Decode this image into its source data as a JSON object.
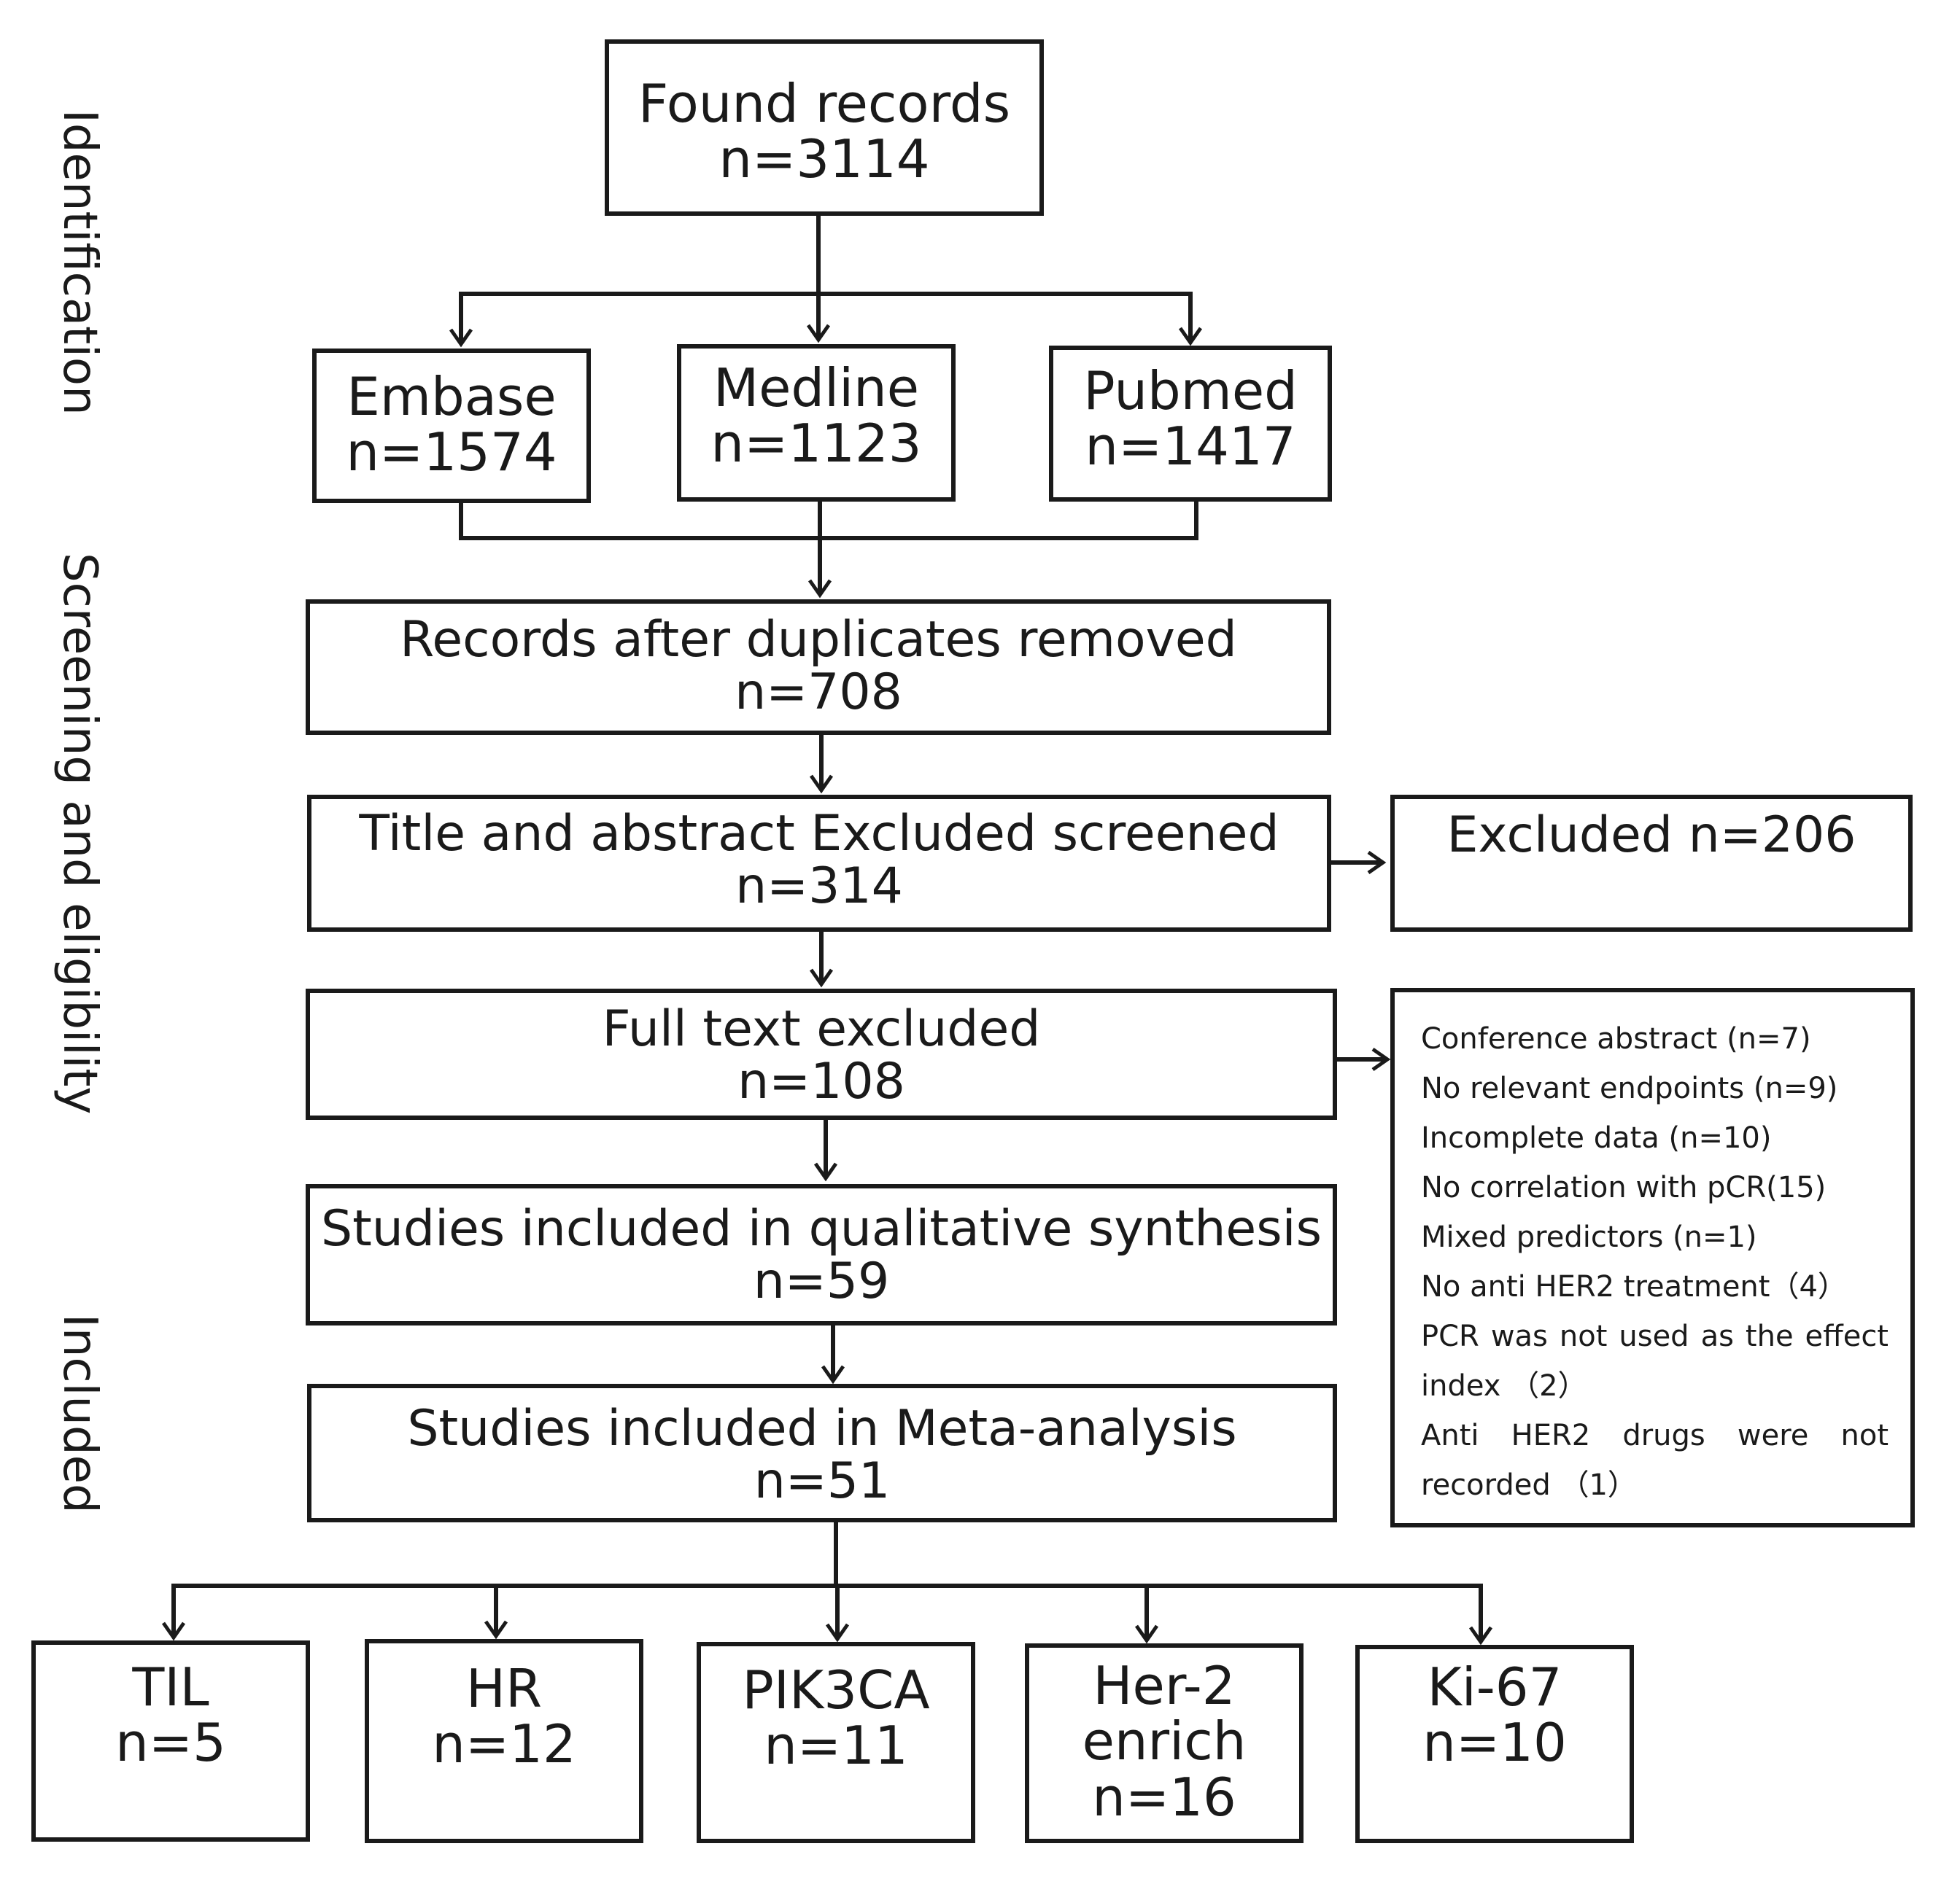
{
  "phases": {
    "identification": "Identification",
    "screening": "Screening and eligibility",
    "included": "Included"
  },
  "found": {
    "title": "Found records",
    "count": "n=3114"
  },
  "sources": [
    {
      "title": "Embase",
      "count": "n=1574"
    },
    {
      "title": "Medline",
      "count": "n=1123"
    },
    {
      "title": "Pubmed",
      "count": "n=1417"
    }
  ],
  "duplicates": {
    "title": "Records after duplicates removed",
    "count": "n=708"
  },
  "title_abstract": {
    "title": "Title and abstract Excluded screened",
    "count": "n=314"
  },
  "excluded": {
    "label": "Excluded n=206"
  },
  "full_text": {
    "title": "Full text excluded",
    "count": "n=108"
  },
  "exclusion_reasons": [
    "Conference abstract (n=7)",
    "No relevant endpoints (n=9)",
    "Incomplete data (n=10)",
    "No correlation with pCR(15)",
    "Mixed predictors (n=1)",
    "No anti HER2 treatment（4）",
    "PCR was not used as the effect",
    "index （2）",
    "Anti HER2 drugs were not",
    "recorded （1）"
  ],
  "qualitative": {
    "title": "Studies included in qualitative synthesis",
    "count": "n=59"
  },
  "meta": {
    "title": "Studies included in Meta-analysis",
    "count": "n=51"
  },
  "predictors": [
    {
      "lines": [
        "TIL",
        "n=5"
      ]
    },
    {
      "lines": [
        "HR",
        "n=12"
      ]
    },
    {
      "lines": [
        "PIK3CA",
        "n=11"
      ]
    },
    {
      "lines": [
        "Her-2",
        "enrich",
        "n=16"
      ]
    },
    {
      "lines": [
        "Ki-67",
        "n=10"
      ]
    }
  ]
}
